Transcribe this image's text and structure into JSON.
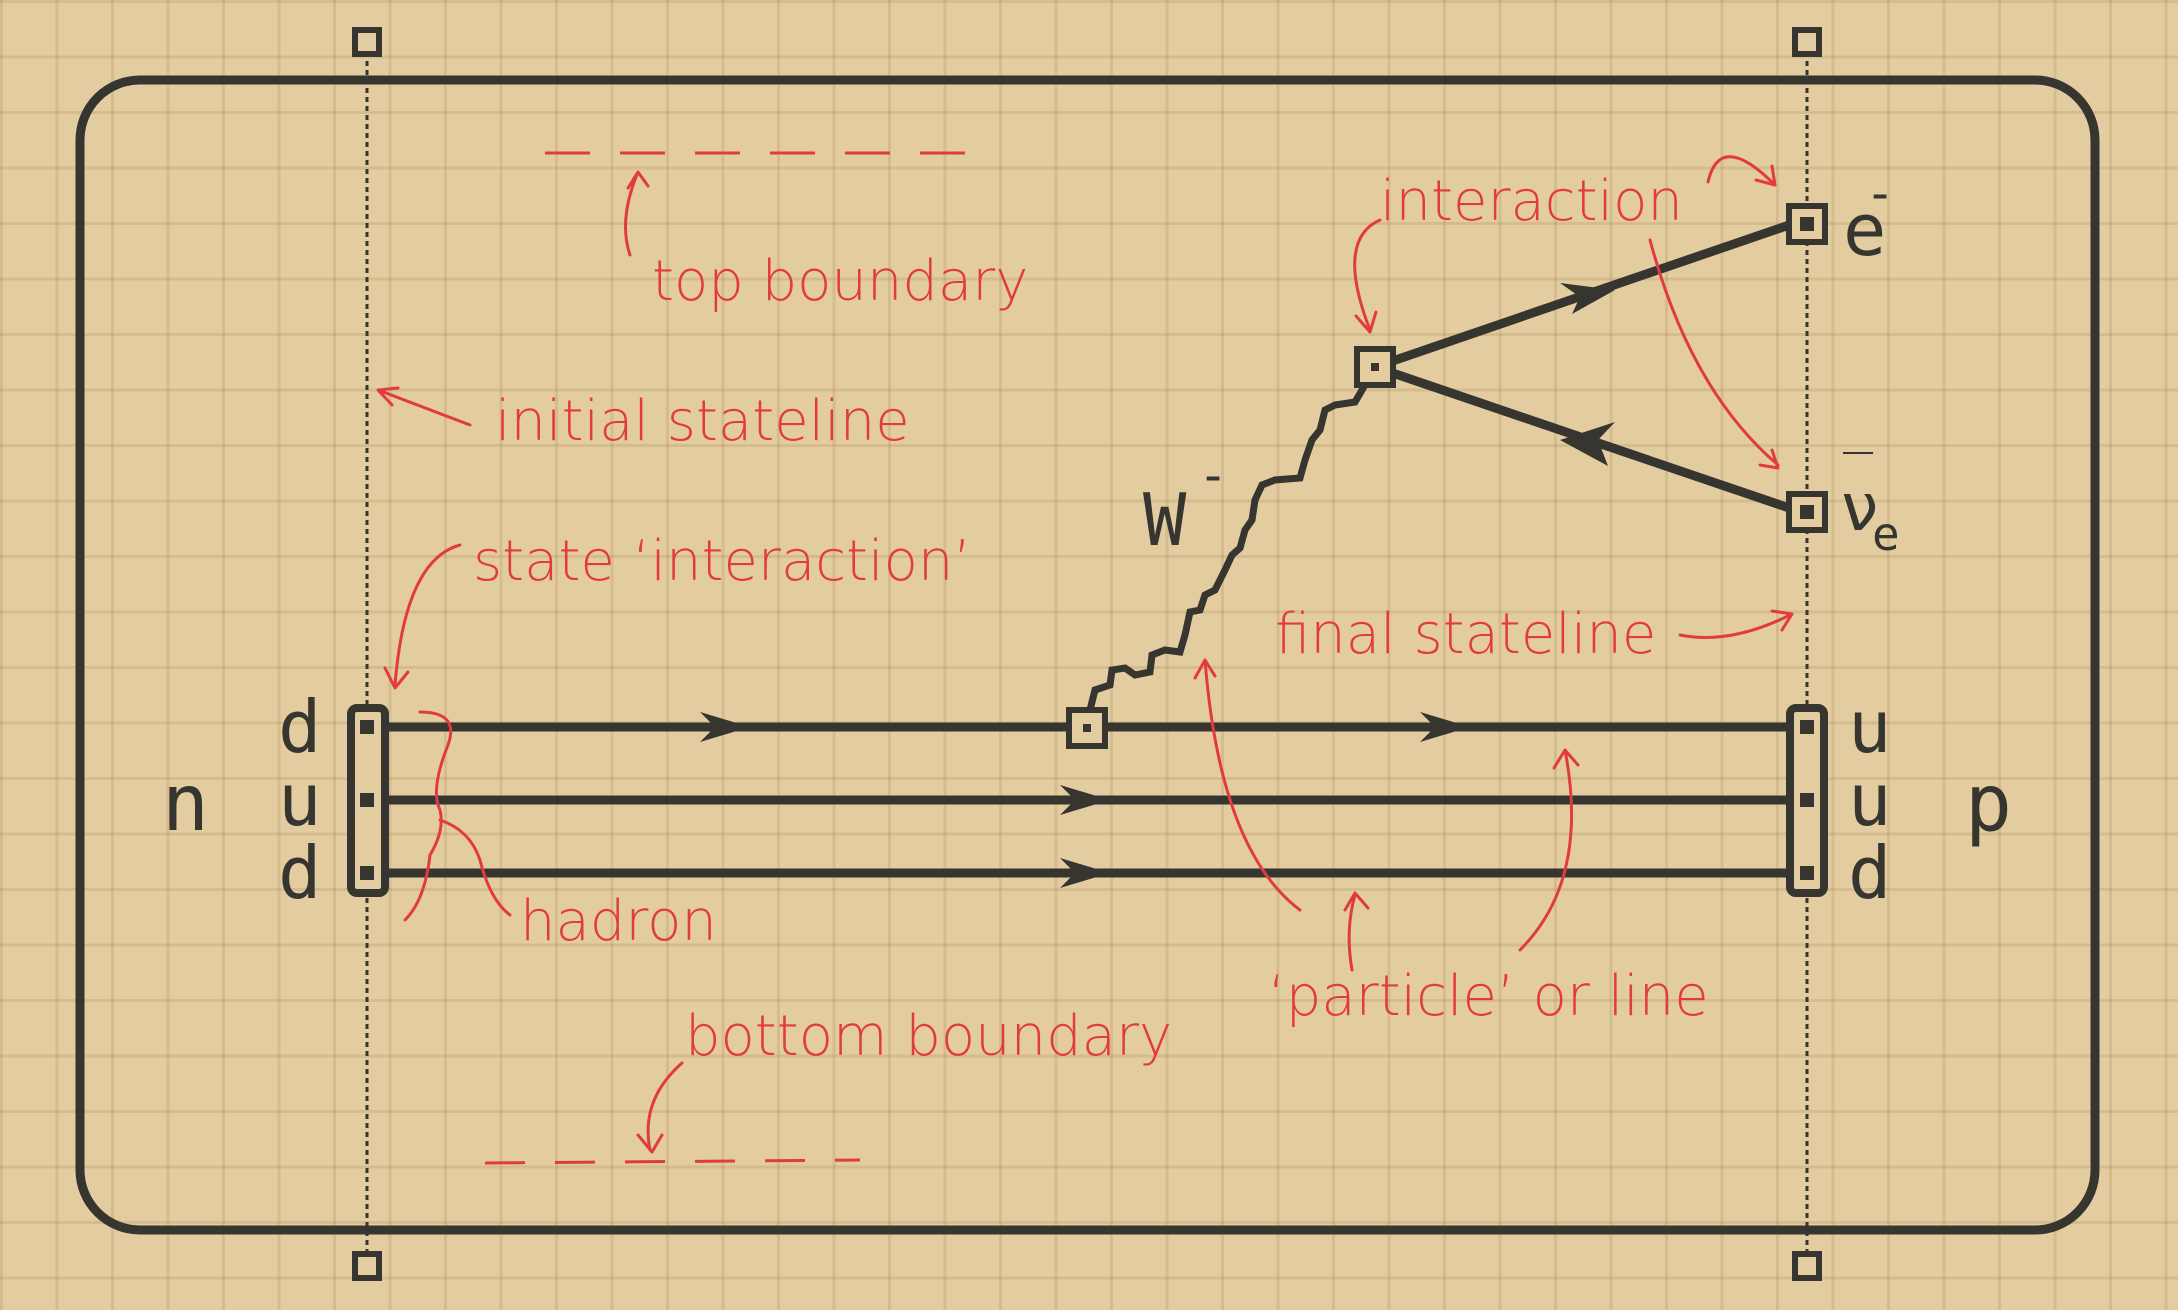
{
  "colors": {
    "ink": "#363530",
    "annotation": "#e23b3f",
    "paper": "#e3cda0"
  },
  "particles": {
    "initial_hadron": "n",
    "final_hadron": "p",
    "initial_quarks": [
      "d",
      "u",
      "d"
    ],
    "final_quarks": [
      "u",
      "u",
      "d"
    ],
    "boson": "W",
    "boson_charge": "-",
    "electron": "e",
    "electron_charge": "-",
    "antineutrino": "ν",
    "antineutrino_bar": "‾",
    "antineutrino_sub": "e"
  },
  "annotations": {
    "top_boundary": "top boundary",
    "bottom_boundary": "bottom boundary",
    "initial_stateline": "initial stateline",
    "final_stateline": "final stateline",
    "state_interaction": "state ‘interaction’",
    "interaction": "interaction",
    "hadron": "hadron",
    "particle_or_line": "‘particle’ or line"
  }
}
